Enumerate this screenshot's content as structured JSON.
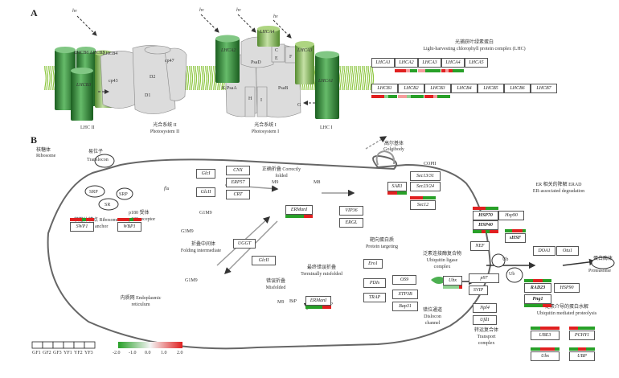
{
  "panels": {
    "a": "A",
    "b": "B"
  },
  "photo": {
    "hv": "hv",
    "lhcii_title": "LHC II",
    "psii_cn": "光合系统 II",
    "psii_en": "Photosystem II",
    "psi_cn": "光合系统 I",
    "psi_en": "Photosystem I",
    "lhci_title": "LHC I",
    "lhcb3": "LHCB3",
    "lhcb5": "LHCB5",
    "lhcb6": "LHCB6",
    "lhcb4": "LHCB4",
    "cp43": "cp43",
    "cp47": "cp47",
    "d1": "D1",
    "d2": "D2",
    "lhca2": "LHCA2",
    "lhca4": "LHCA4",
    "lhca3": "LHCA3",
    "lhca1": "LHCA1",
    "psad": "PsaD",
    "psaa": "PsaA",
    "psab": "PsaB",
    "c": "C",
    "e": "E",
    "f": "F",
    "k": "K",
    "h": "H",
    "i": "I",
    "g": "G",
    "lhc_cn": "光捕获叶绿素蛋白",
    "lhc_en": "Light-harvesting chlorophyll protein complex (LHC)",
    "lhca_row": [
      "LHCA1",
      "LHCA2",
      "LHCA3",
      "LHCA4",
      "LHCA5"
    ],
    "lhcb_row": [
      "LHCB1",
      "LHCB2",
      "LHCB3",
      "LHCB4",
      "LHCB5",
      "LHCB6",
      "LHCB7"
    ]
  },
  "er": {
    "ribosome_cn": "核糖体",
    "ribosome_en": "Ribosome",
    "translocon_cn": "易位子",
    "translocon_en": "Translocon",
    "srp": "SRP",
    "sr": "SR",
    "p180_cn": "p180 受体",
    "p180_en": "p180 receptor",
    "anchor_cn": "核糖体锚点 Ribosome",
    "anchor_en": "anchor",
    "swp1": "SWP1",
    "wbp1": "WBP1",
    "flu": "flu",
    "g3m9": "G3M9",
    "g1m9": "G1M9",
    "g1m9b": "G1M9",
    "m9": "M9",
    "m9b": "M9",
    "m8": "M8",
    "m5": "M5",
    "gli": "GlcI",
    "glcii": "GlcII",
    "cnx": "CNX",
    "erp57": "ERP57",
    "crt": "CRT",
    "correct_cn": "正确折叠 Correctly",
    "correct_en": "folded",
    "ermanl": "ERManI",
    "vip36": "VIP36",
    "ergl": "ERGL",
    "golgi_cn": "高尔基体",
    "golgi_en": "Golgibody",
    "copii": "COPII",
    "sec1331": "Sec13/31",
    "sec2324": "Sec23/24",
    "sar1": "SAR1",
    "sec12": "Sec12",
    "uggt": "UGGT",
    "glcii2": "GlcII",
    "fold_cn": "折叠中间体",
    "fold_en": "Folding intermediate",
    "mis_cn": "错误折叠",
    "mis_en": "Misfolded",
    "term_cn": "最终错误折叠",
    "term_en": "Terminally misfolded",
    "target_cn": "靶向蛋白质",
    "target_en": "Protein targeting",
    "ermanl2": "ERManI",
    "bip": "BiP",
    "bip2": "BiP",
    "lumen_cn": "内质网 Endoplasmic",
    "lumen_en": "reticulum",
    "ero1": "Ero1",
    "os9": "OS9",
    "xtp3b": "XTP3B",
    "pdis": "PDIs",
    "trap": "TRAP",
    "bap31": "Bap31",
    "ligase_cn": "泛素连接酶复合物",
    "ligase_en1": "Ubiquitin ligase",
    "ligase_en2": "complex",
    "dislocon_cn": "错位通道",
    "dislocon_en1": "Dislocon",
    "dislocon_en2": "channel",
    "ubx": "Ubx",
    "p97": "p97",
    "svip": "SVIP",
    "npl4": "Npl4",
    "ufd1": "Ufd1",
    "transport_cn": "转运复合体",
    "transport_en1": "Transport",
    "transport_en2": "complex",
    "nef": "NEF",
    "hsp70": "HSP70",
    "hsp40": "HSP40",
    "hsp90": "Hsp90",
    "sbbf": "sHSF",
    "ub": "Ub",
    "ub2": "Ub",
    "doa1": "DOA1",
    "otu1": "Otu1",
    "proteasome_cn": "蛋白酶体",
    "proteasome_en": "Proteasome",
    "erad_cn": "ER 相关的降解  ERAD",
    "erad_en": "ER-associated degradation",
    "rad23": "RAD23",
    "hsp90b": "HSP90",
    "png1": "Png1",
    "ubq_cn": "泛素介导的蛋白水解",
    "ubq_en": "Ubiquitin mediated proteolysis",
    "ube3": "UBE3",
    "pchy1": "PCHY1",
    "ubx2": "Ubx",
    "ubp": "UBP"
  },
  "legend": {
    "samples": [
      "GF1",
      "GF2",
      "GF3",
      "YF1",
      "YF2",
      "YF3"
    ],
    "scale": [
      "-2.0",
      "-1.0",
      "0.0",
      "1.0",
      "2.0"
    ]
  },
  "colors": {
    "up": "#e02020",
    "down": "#28a028",
    "mid": "#f0f0f0",
    "membrane": "#8cc63f",
    "psii": "#d8d8d8",
    "lhc_dark": "#2e7d32",
    "lhc_light": "#9ccc65"
  }
}
